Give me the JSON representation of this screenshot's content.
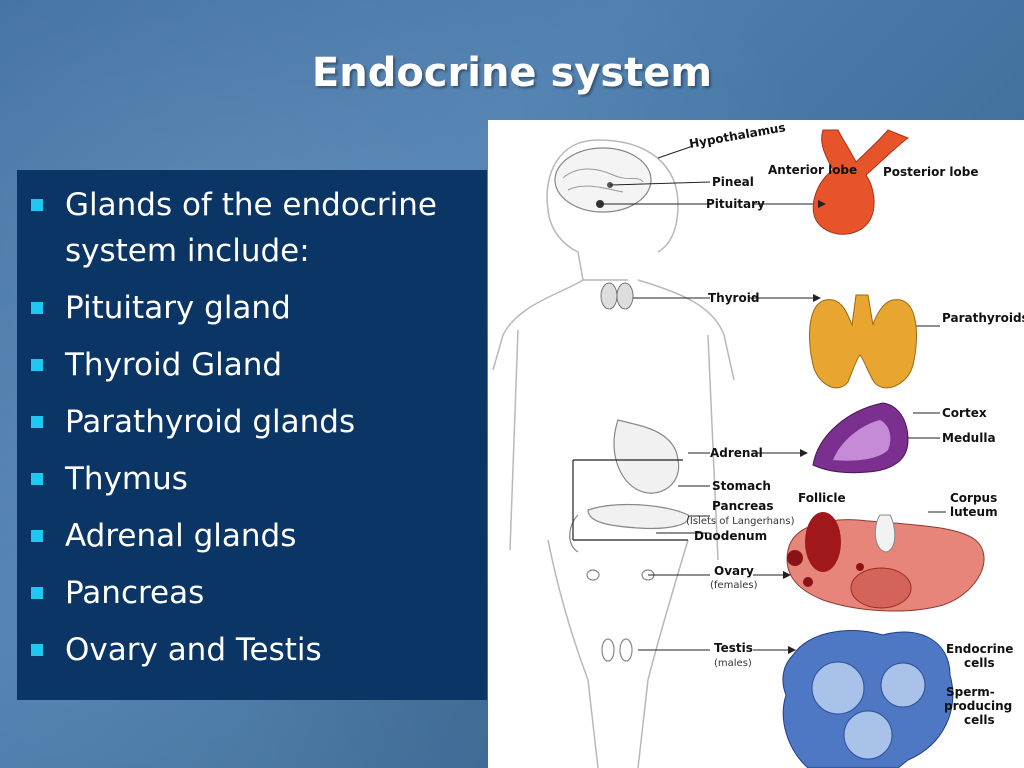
{
  "slide": {
    "title": "Endocrine system",
    "bullets": [
      "Glands of the endocrine system include:",
      "Pituitary gland",
      "Thyroid Gland",
      "Parathyroid glands",
      "Thymus",
      "Adrenal glands",
      "Pancreas",
      "Ovary and Testis"
    ]
  },
  "diagram": {
    "labels": {
      "hypothalamus": "Hypothalamus",
      "pineal": "Pineal",
      "pituitary": "Pituitary",
      "anterior_lobe": "Anterior lobe",
      "posterior_lobe": "Posterior lobe",
      "thyroid": "Thyroid",
      "parathyroids": "Parathyroids",
      "cortex": "Cortex",
      "medulla": "Medulla",
      "adrenal": "Adrenal",
      "stomach": "Stomach",
      "pancreas": "Pancreas",
      "islets": "(Islets of Langerhans)",
      "duodenum": "Duodenum",
      "follicle": "Follicle",
      "corpus": "Corpus",
      "luteum": "luteum",
      "ovary": "Ovary",
      "females": "(females)",
      "testis": "Testis",
      "males": "(males)",
      "endocrine": "Endocrine",
      "cells_1": "cells",
      "sperm": "Sperm-",
      "producing": "producing",
      "cells_2": "cells"
    }
  },
  "colors": {
    "title_text": "#ffffff",
    "panel": "#0b3564",
    "bullet_marker": "#1ec8f0",
    "pituitary": "#e8542a",
    "thyroid": "#e8a530",
    "adrenal_cortex": "#7b2f8f",
    "adrenal_medulla": "#c58bd6",
    "ovary": "#e7857a",
    "follicle": "#a0171c",
    "testis_tissue": "#4f78c4"
  }
}
